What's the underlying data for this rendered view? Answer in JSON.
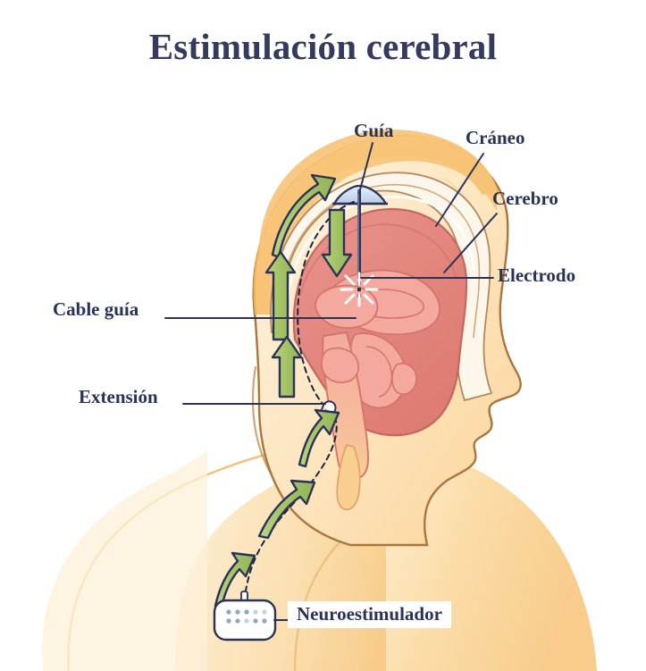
{
  "page": {
    "title": "Estimulación cerebral",
    "title_color": "#343b5e",
    "background_color": "#ffffff"
  },
  "labels": {
    "guia": "Guía",
    "craneo": "Cráneo",
    "cerebro": "Cerebro",
    "electrodo": "Electrodo",
    "cable_guia": "Cable guía",
    "extension": "Extensión",
    "neuroestimulador": "Neuroestimulador"
  },
  "colors": {
    "title_text": "#343b5e",
    "label_text": "#2b3257",
    "leader_line": "#2b3257",
    "scalp": "#f7c377",
    "scalp_light": "#fbe0b4",
    "body_skin": "#fbd9a5",
    "body_skin_light": "#fdeccd",
    "face_skin": "#fde9c6",
    "skull_bone": "#fdf6ea",
    "skull_outline": "#b08a5d",
    "brain_cortex": "#e58b84",
    "brain_inner": "#f3a99e",
    "brain_outline": "#c4675f",
    "arrow_green": "#a8c76b",
    "arrow_green_dark": "#8fb252",
    "arrow_outline": "#2b3257",
    "cable_dashed": "#1f2440",
    "burr_cap": "#c7d9ee",
    "probe_shaft": "#2b3257",
    "device_body": "#ffffff",
    "device_outline": "#2b3257",
    "device_dots": "#8fa6c0",
    "spark": "#ffffff"
  },
  "diagram": {
    "type": "medical-illustration",
    "subject": "deep-brain-stimulation",
    "view": "lateral-head-profile-cross-section",
    "components": [
      {
        "name": "guia",
        "label": "Guía",
        "description": "burr hole cap and stereotactic guide at top of skull"
      },
      {
        "name": "craneo",
        "label": "Cráneo",
        "description": "skull bone layer"
      },
      {
        "name": "cerebro",
        "label": "Cerebro",
        "description": "brain cortex cross-section"
      },
      {
        "name": "electrodo",
        "label": "Electrodo",
        "description": "electrode tip in deep brain target emitting stimulation"
      },
      {
        "name": "cable-guia",
        "label": "Cable guía",
        "description": "lead wire routed under scalp"
      },
      {
        "name": "extension",
        "label": "Extensión",
        "description": "extension connector behind the ear"
      },
      {
        "name": "neuroestimulador",
        "label": "Neuroestimulador",
        "description": "implanted pulse generator in the chest"
      }
    ],
    "flow_arrows": 7,
    "flow_direction": "from neurostimulator up the neck and scalp to the burr hole, then down the probe into the brain"
  }
}
